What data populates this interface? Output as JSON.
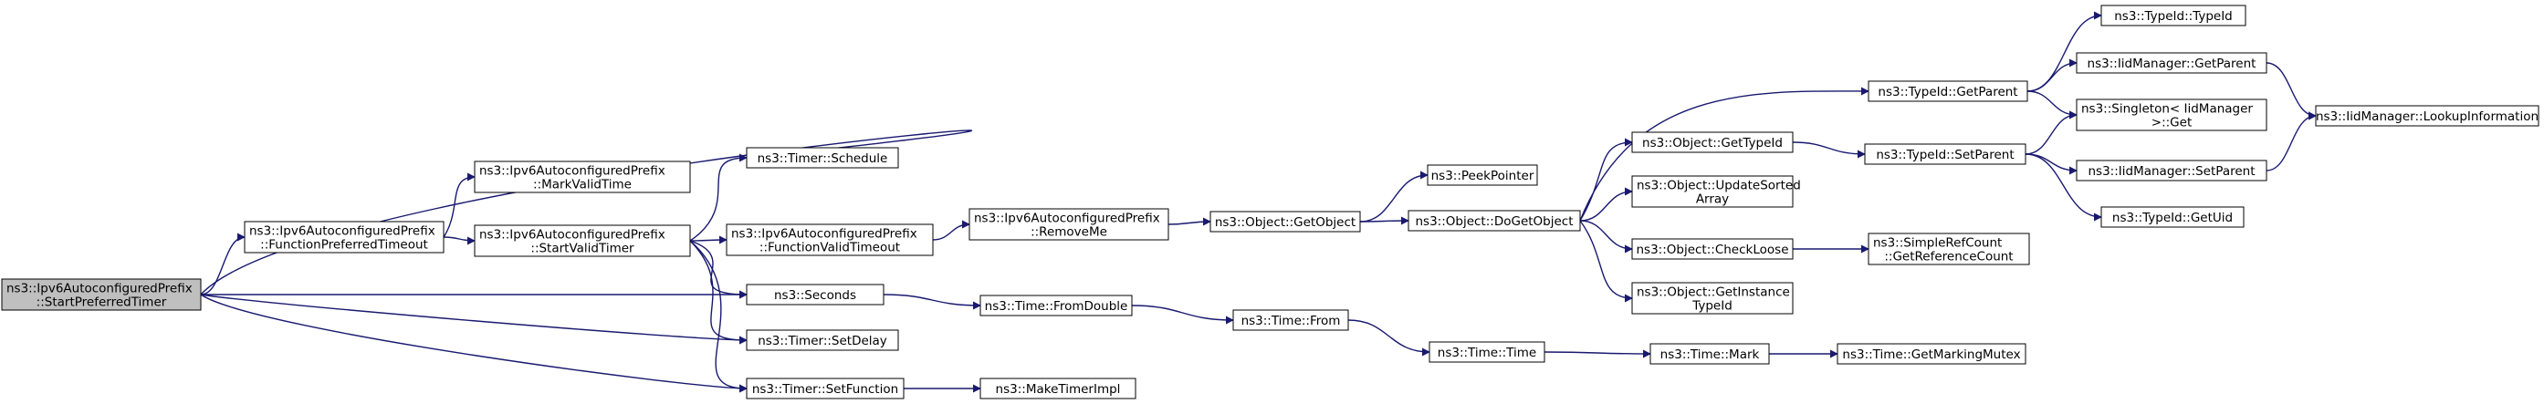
{
  "diagram": {
    "type": "call-graph",
    "colors": {
      "edge": "#191970",
      "node_fill": "#ffffff",
      "root_fill": "#bfbfbf",
      "border": "#000000"
    },
    "nodes": [
      {
        "id": "start",
        "lines": [
          "ns3::Ipv6AutoconfiguredPrefix",
          "::StartPreferredTimer"
        ],
        "root": true
      },
      {
        "id": "fpt",
        "lines": [
          "ns3::Ipv6AutoconfiguredPrefix",
          "::FunctionPreferredTimeout"
        ]
      },
      {
        "id": "mvt",
        "lines": [
          "ns3::Ipv6AutoconfiguredPrefix",
          "::MarkValidTime"
        ]
      },
      {
        "id": "svt",
        "lines": [
          "ns3::Ipv6AutoconfiguredPrefix",
          "::StartValidTimer"
        ]
      },
      {
        "id": "schedule",
        "lines": [
          "ns3::Timer::Schedule"
        ]
      },
      {
        "id": "fvt",
        "lines": [
          "ns3::Ipv6AutoconfiguredPrefix",
          "::FunctionValidTimeout"
        ]
      },
      {
        "id": "seconds",
        "lines": [
          "ns3::Seconds"
        ]
      },
      {
        "id": "setdelay",
        "lines": [
          "ns3::Timer::SetDelay"
        ]
      },
      {
        "id": "setfunction",
        "lines": [
          "ns3::Timer::SetFunction"
        ]
      },
      {
        "id": "removeme",
        "lines": [
          "ns3::Ipv6AutoconfiguredPrefix",
          "::RemoveMe"
        ]
      },
      {
        "id": "fromdouble",
        "lines": [
          "ns3::Time::FromDouble"
        ]
      },
      {
        "id": "maketimerimpl",
        "lines": [
          "ns3::MakeTimerImpl"
        ]
      },
      {
        "id": "getobject",
        "lines": [
          "ns3::Object::GetObject"
        ]
      },
      {
        "id": "timefrom",
        "lines": [
          "ns3::Time::From"
        ]
      },
      {
        "id": "peekpointer",
        "lines": [
          "ns3::PeekPointer"
        ]
      },
      {
        "id": "dogetobject",
        "lines": [
          "ns3::Object::DoGetObject"
        ]
      },
      {
        "id": "timetime",
        "lines": [
          "ns3::Time::Time"
        ]
      },
      {
        "id": "tid_getparent",
        "lines": [
          "ns3::TypeId::GetParent"
        ]
      },
      {
        "id": "obj_gettypeid",
        "lines": [
          "ns3::Object::GetTypeId"
        ]
      },
      {
        "id": "updatesorted",
        "lines": [
          "ns3::Object::UpdateSorted",
          "Array"
        ]
      },
      {
        "id": "checkloose",
        "lines": [
          "ns3::Object::CheckLoose"
        ]
      },
      {
        "id": "getinstance",
        "lines": [
          "ns3::Object::GetInstance",
          "TypeId"
        ]
      },
      {
        "id": "timemark",
        "lines": [
          "ns3::Time::Mark"
        ]
      },
      {
        "id": "tid_typeid",
        "lines": [
          "ns3::TypeId::TypeId"
        ]
      },
      {
        "id": "iid_getparent",
        "lines": [
          "ns3::IidManager::GetParent"
        ]
      },
      {
        "id": "singleton_get",
        "lines": [
          "ns3::Singleton< IidManager",
          " >::Get"
        ]
      },
      {
        "id": "tid_setparent",
        "lines": [
          "ns3::TypeId::SetParent"
        ]
      },
      {
        "id": "iid_setparent",
        "lines": [
          "ns3::IidManager::SetParent"
        ]
      },
      {
        "id": "tid_getuid",
        "lines": [
          "ns3::TypeId::GetUid"
        ]
      },
      {
        "id": "lookupinfo",
        "lines": [
          "ns3::IidManager::LookupInformation"
        ]
      },
      {
        "id": "getrefcount",
        "lines": [
          "ns3::SimpleRefCount",
          "::GetReferenceCount"
        ]
      },
      {
        "id": "getmarkingmutex",
        "lines": [
          "ns3::Time::GetMarkingMutex"
        ]
      }
    ],
    "edges": [
      [
        "start",
        "fpt"
      ],
      [
        "start",
        "schedule"
      ],
      [
        "start",
        "seconds"
      ],
      [
        "start",
        "setdelay"
      ],
      [
        "start",
        "setfunction"
      ],
      [
        "fpt",
        "mvt"
      ],
      [
        "fpt",
        "svt"
      ],
      [
        "svt",
        "schedule"
      ],
      [
        "svt",
        "fvt"
      ],
      [
        "svt",
        "seconds"
      ],
      [
        "svt",
        "setdelay"
      ],
      [
        "svt",
        "setfunction"
      ],
      [
        "fvt",
        "removeme"
      ],
      [
        "removeme",
        "getobject"
      ],
      [
        "getobject",
        "peekpointer"
      ],
      [
        "getobject",
        "dogetobject"
      ],
      [
        "dogetobject",
        "tid_getparent"
      ],
      [
        "dogetobject",
        "obj_gettypeid"
      ],
      [
        "dogetobject",
        "updatesorted"
      ],
      [
        "dogetobject",
        "checkloose"
      ],
      [
        "dogetobject",
        "getinstance"
      ],
      [
        "tid_getparent",
        "tid_typeid"
      ],
      [
        "tid_getparent",
        "iid_getparent"
      ],
      [
        "tid_getparent",
        "singleton_get"
      ],
      [
        "iid_getparent",
        "lookupinfo"
      ],
      [
        "obj_gettypeid",
        "tid_setparent"
      ],
      [
        "tid_setparent",
        "singleton_get"
      ],
      [
        "tid_setparent",
        "iid_setparent"
      ],
      [
        "tid_setparent",
        "tid_getuid"
      ],
      [
        "iid_setparent",
        "lookupinfo"
      ],
      [
        "checkloose",
        "getrefcount"
      ],
      [
        "seconds",
        "fromdouble"
      ],
      [
        "fromdouble",
        "timefrom"
      ],
      [
        "timefrom",
        "timetime"
      ],
      [
        "timetime",
        "timemark"
      ],
      [
        "timemark",
        "getmarkingmutex"
      ],
      [
        "setfunction",
        "maketimerimpl"
      ]
    ]
  }
}
